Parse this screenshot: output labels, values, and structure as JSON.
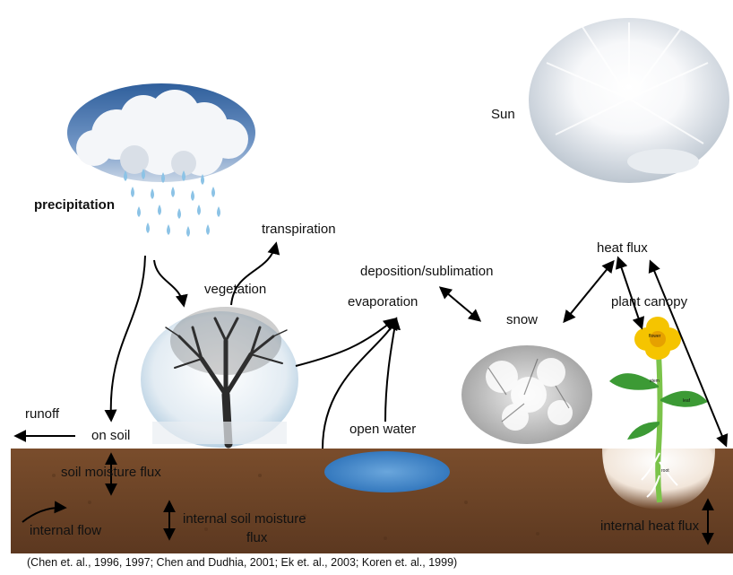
{
  "labels": {
    "sun": "Sun",
    "precipitation": "precipitation",
    "transpiration": "transpiration",
    "vegetation": "vegetation",
    "deposition_sublimation": "deposition/sublimation",
    "evaporation": "evaporation",
    "snow": "snow",
    "heat_flux": "heat flux",
    "plant_canopy": "plant canopy",
    "runoff": "runoff",
    "on_soil": "on soil",
    "open_water": "open water",
    "soil_moisture_flux": "soil moisture flux",
    "internal_flow": "internal flow",
    "internal_soil_moisture_flux_line1": "internal soil moisture",
    "internal_soil_moisture_flux_line2": "flux",
    "internal_heat_flux": "internal heat flux",
    "flower_text": "flower",
    "leaf_text": "leaf",
    "stem_text": "stem",
    "root_text": "root"
  },
  "citation": "(Chen et. al., 1996, 1997;  Chen and Dudhia, 2001; Ek et. al., 2003; Koren et. al., 1999)",
  "colors": {
    "soil": "#6b4326",
    "water": "#3f86c9",
    "sky": "#3f6fa8",
    "raindrop": "#8cc3e6",
    "flower": "#f5c400",
    "leaf": "#3c9a35"
  }
}
